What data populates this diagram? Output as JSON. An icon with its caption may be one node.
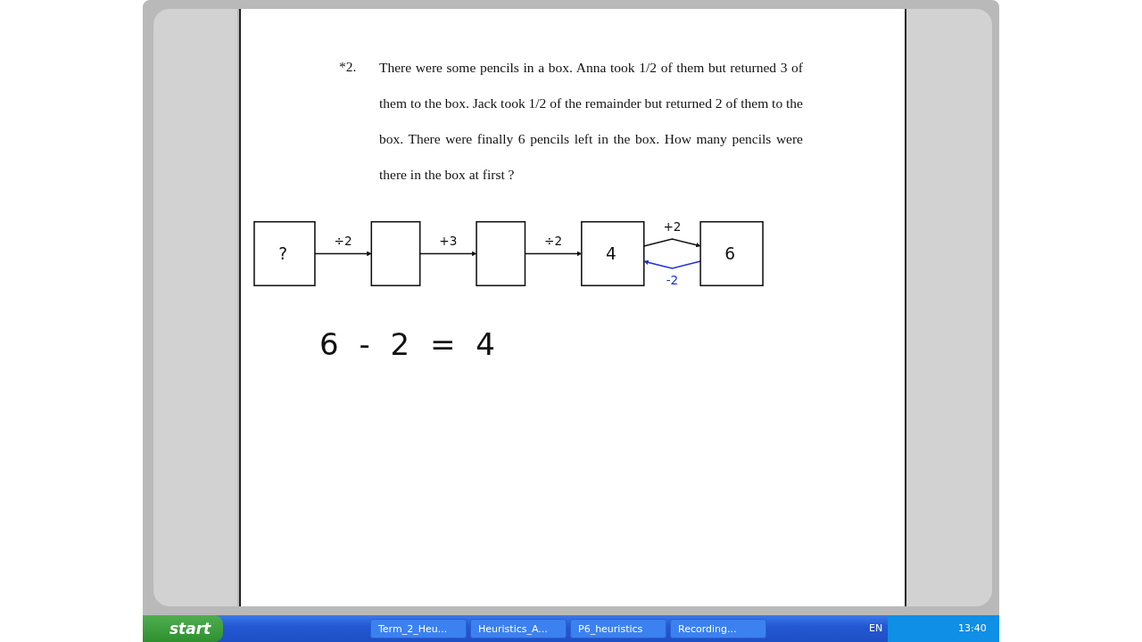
{
  "diagram": {
    "nodes": [
      {
        "text": [
          "?"
        ]
      },
      {
        "text": [],
        "shape": "box"
      },
      {
        "text": [],
        "shape": "box"
      },
      {
        "text": [
          "4"
        ]
      },
      {
        "text": [
          "6"
        ]
      }
    ],
    "edges": [
      {
        "from": 0,
        "to": 1,
        "arrow": "to",
        "label": "÷2"
      },
      {
        "from": 1,
        "to": 2,
        "arrow": "to",
        "label": "+3"
      },
      {
        "from": 2,
        "to": 3,
        "arrow": "to",
        "label": "÷2"
      },
      {
        "from": 3,
        "to": 4,
        "arrow": "to",
        "label": "+2"
      },
      {
        "from": 4,
        "to": 3,
        "arrow": "to",
        "label": "-2",
        "color": "#1a2fe0"
      }
    ],
    "labels": [
      "*2.",
      "There were some pencils in a box. Anna took 1/2 of them but returned 3 of them to the box. Jack took 1/2 of the remainder but returned 2 of them to the box. There were finally 6 pencils left in the box. How many pencils were there in the box at first ?",
      "6 - 2 = 4",
      "start",
      "Term_2_Heu...",
      "Heuristics_A...",
      "P6_heuristics",
      "Recording...",
      "EN",
      "13:40"
    ]
  }
}
